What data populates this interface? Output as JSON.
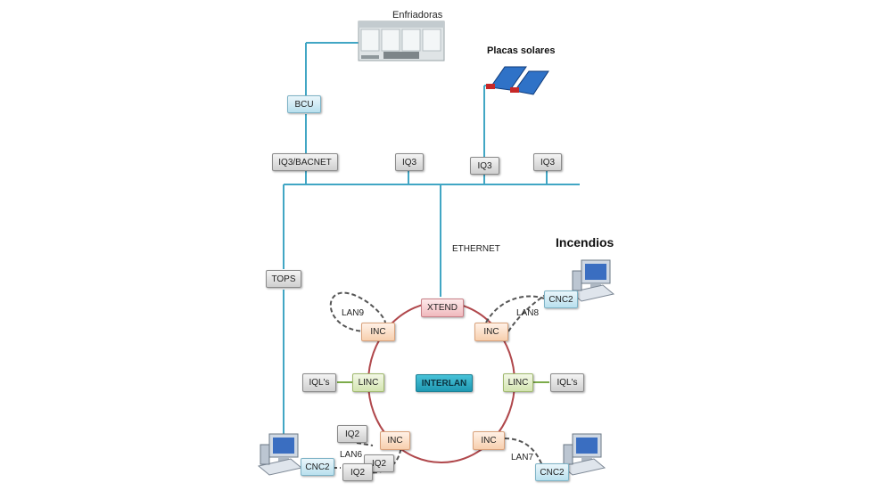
{
  "labels": {
    "enfriadoras": "Enfriadoras",
    "placas_solares": "Placas solares",
    "incendios": "Incendios",
    "ethernet": "ETHERNET",
    "lan9": "LAN9",
    "lan8": "LAN8",
    "lan6": "LAN6",
    "lan7": "LAN7"
  },
  "nodes": {
    "bcu": "BCU",
    "iq3_bacnet": "IQ3/BACNET",
    "iq3_a": "IQ3",
    "iq3_b": "IQ3",
    "iq3_c": "IQ3",
    "tops": "TOPS",
    "xtend": "XTEND",
    "inc_tl": "INC",
    "inc_tr": "INC",
    "inc_bl": "INC",
    "inc_br": "INC",
    "linc_l": "LINC",
    "linc_r": "LINC",
    "iqls_l": "IQL's",
    "iqls_r": "IQL's",
    "interlan": "INTERLAN",
    "cnc2_tr": "CNC2",
    "cnc2_bl": "CNC2",
    "cnc2_br": "CNC2",
    "iq2_a": "IQ2",
    "iq2_b": "IQ2",
    "iq2_c": "IQ2"
  },
  "colors": {
    "bus_line": "#41a6c4",
    "ring_line": "#b0484c",
    "lan_dash": "#555555",
    "link_green": "#7cab4a"
  },
  "icons": {
    "chiller": "chiller-unit-icon",
    "solar": "solar-panel-icon",
    "computer": "computer-workstation-icon"
  }
}
